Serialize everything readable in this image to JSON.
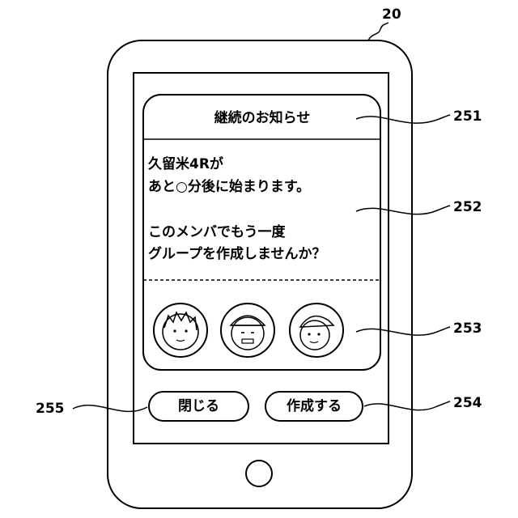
{
  "reference_numerals": {
    "device": "20",
    "title_bar": "251",
    "message_area": "252",
    "member_area": "253",
    "create_button": "254",
    "close_button": "255"
  },
  "dialog": {
    "title": "継続のお知らせ",
    "message_lines": [
      "久留米4Rが",
      "あと○分後に始まります。",
      "",
      "このメンバでもう一度",
      "グループを作成しませんか？"
    ],
    "members": [
      "member-1-avatar",
      "member-2-avatar",
      "member-3-avatar"
    ]
  },
  "buttons": {
    "close_label": "閉じる",
    "create_label": "作成する"
  },
  "colors": {
    "line": "#000000",
    "background": "#ffffff"
  }
}
